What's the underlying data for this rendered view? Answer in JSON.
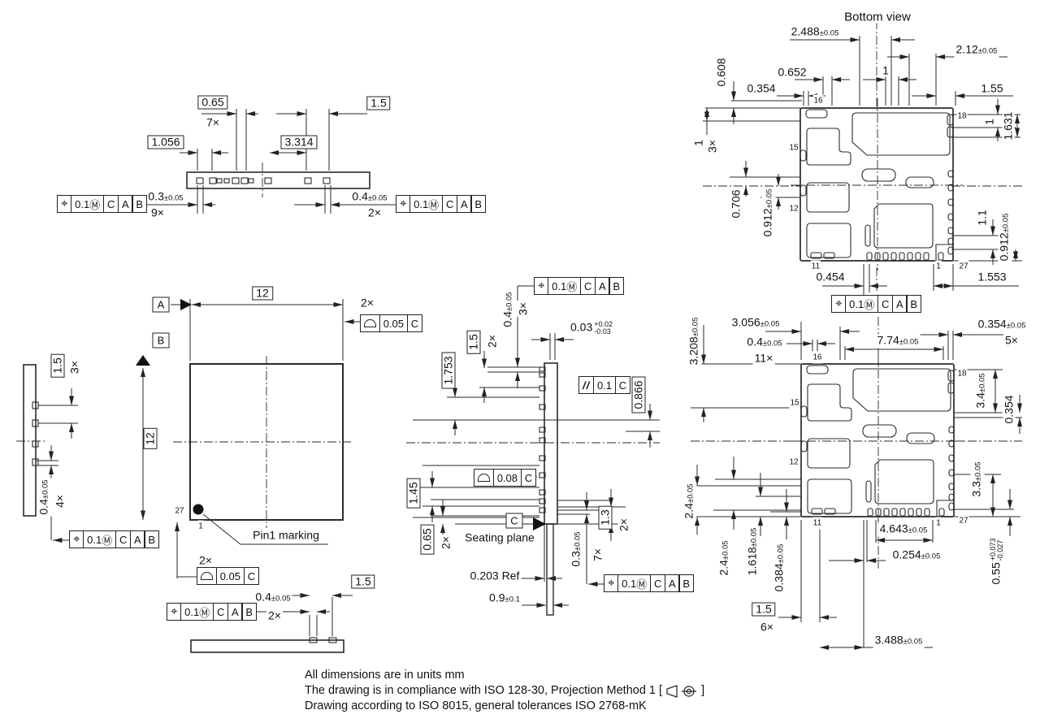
{
  "notes": {
    "line1": "All dimensions are in units mm",
    "line2_prefix": "The drawing is in compliance with ISO 128-30, Projection Method 1 [",
    "line2_suffix": "]",
    "line3": "Drawing according to ISO 8015, general tolerances ISO 2768-mK"
  },
  "symbols": {
    "position": "⌖",
    "modifier_mmc": "Ⓜ",
    "parallelism": "//"
  },
  "datums": {
    "a": "A",
    "b": "B",
    "c": "C"
  },
  "annotations": {
    "seating_plane": "Seating plane",
    "pin1_marking": "Pin1 marking"
  },
  "fcf": {
    "position": {
      "tolerance": "0.1",
      "d1": "C",
      "d2": "A",
      "d3": "B"
    },
    "profile_a": {
      "tolerance": "0.05",
      "d1": "C"
    },
    "profile_b": {
      "tolerance": "0.08",
      "d1": "C"
    },
    "parallelism": {
      "tolerance": "0.1",
      "d1": "C"
    }
  },
  "views": {
    "side_top": {
      "p065": "0.65",
      "q7": "7×",
      "p15": "1.5",
      "p1056": "1.056",
      "p3314": "3.314",
      "w03": "0.3",
      "w03_tol": "±0.05",
      "q9": "9×",
      "w04": "0.4",
      "w04_tol": "±0.05",
      "q2": "2×"
    },
    "bottom_top": {
      "title": "Bottom view",
      "d2488": "2.488",
      "d2488_tol": "±0.05",
      "d212": "2.12",
      "d212_tol": "±0.05",
      "d0608": "0.608",
      "d0652": "0.652",
      "d1a": "1",
      "d0354": "0.354",
      "d155": "1.55",
      "d1631": "1.631",
      "d1b": "1",
      "d1c": "1",
      "q3": "3×",
      "d0706": "0.706",
      "d0912a": "0.912",
      "d0912a_tol": "±0.05",
      "d11": "1.1",
      "d0912b": "0.912",
      "d0912b_tol": "±0.05",
      "d0454": "0.454",
      "d1553": "1.553"
    },
    "bottom_lower": {
      "d3056": "3.056",
      "d3056_tol": "±0.05",
      "d04": "0.4",
      "d04_tol": "±0.05",
      "q11": "11×",
      "d774": "7.74",
      "d774_tol": "±0.05",
      "d0354a": "0.354",
      "d0354a_tol": "±0.05",
      "q5": "5×",
      "d3208": "3.208",
      "d3208_tol": "±0.05",
      "d34": "3.4",
      "d34_tol": "±0.05",
      "d0354b": "0.354",
      "d33": "3.3",
      "d33_tol": "±0.05",
      "d055": "0.55",
      "d055_up": "+0.073",
      "d055_dn": "-0.027",
      "d24a": "2.4",
      "d24a_tol": "±0.05",
      "d24b": "2.4",
      "d24b_tol": "±0.05",
      "d1618": "1.618",
      "d1618_tol": "±0.05",
      "d0384": "0.384",
      "d0384_tol": "±0.05",
      "p15": "1.5",
      "q6": "6×",
      "d4643": "4.643",
      "d4643_tol": "±0.05",
      "d0254": "0.254",
      "d0254_tol": "±0.05",
      "d3488": "3.488",
      "d3488_tol": "±0.05"
    },
    "top_view": {
      "d12h": "12",
      "d12v": "12",
      "q2a": "2×",
      "q2b": "2×",
      "q2c": "2×",
      "d04": "0.4",
      "d04_tol": "±0.05",
      "p15": "1.5"
    },
    "side_section": {
      "d04": "0.4",
      "d04_tol": "±0.05",
      "q3": "3×",
      "p15": "1.5",
      "q2a": "2×",
      "p1753": "1.753",
      "d003": "0.03",
      "d003_up": "+0.02",
      "d003_dn": "-0.03",
      "p0866": "0.866",
      "p145": "1.45",
      "p065": "0.65",
      "q2b": "2×",
      "d0203": "0.203 Ref",
      "d09": "0.9",
      "d09_tol": "±0.1",
      "d03": "0.3",
      "d03_tol": "±0.05",
      "q7": "7×",
      "p13": "1.3",
      "q2c": "2×"
    },
    "side_left": {
      "p15": "1.5",
      "q3": "3×",
      "d04": "0.4",
      "d04_tol": "±0.05",
      "q4": "4×"
    },
    "pins": {
      "p1": "1",
      "p11": "11",
      "p12": "12",
      "p15": "15",
      "p16": "16",
      "p18": "18",
      "p27": "27"
    }
  }
}
